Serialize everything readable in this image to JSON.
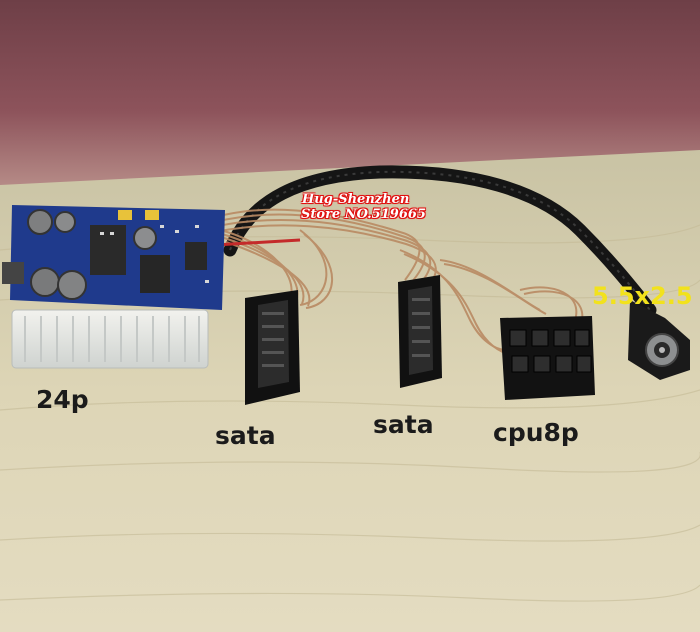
{
  "watermark": {
    "line1": "Hug-Shenzhen",
    "line2": "Store NO.519665"
  },
  "labels": {
    "connector_24p": "24p",
    "sata_1": "sata",
    "sata_2": "sata",
    "cpu_8p": "cpu8p",
    "dc_jack": "5.5x2.5"
  },
  "colors": {
    "wall": "#8a4f57",
    "table": "#d8cfb0",
    "pcb": "#1f3a8c",
    "label_text": "#1b1b1b",
    "dc_label": "#f2e21c",
    "watermark_outline": "#e01010"
  }
}
